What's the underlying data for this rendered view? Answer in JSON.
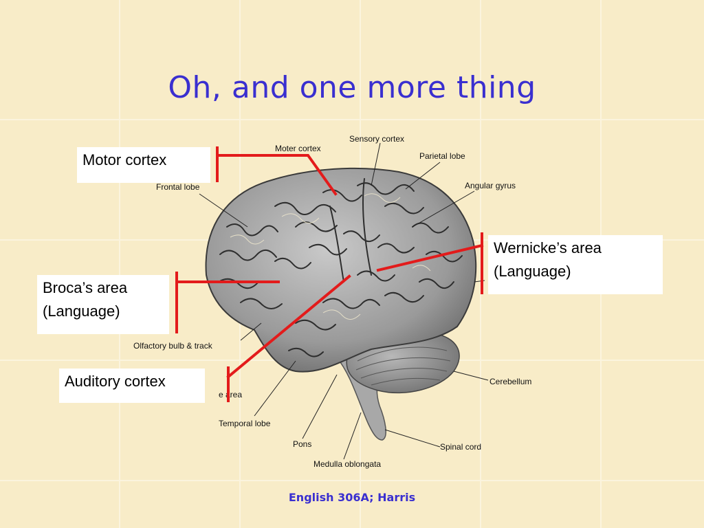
{
  "slide": {
    "title": "Oh, and one more thing",
    "footer": "English 306A; Harris"
  },
  "callouts": {
    "motor": "Motor cortex",
    "broca_line1": "Broca’s area",
    "broca_line2": "(Language)",
    "wernicke_line1": "Wernicke’s area",
    "wernicke_line2": "(Language)",
    "auditory": "Auditory cortex"
  },
  "diagram_labels": {
    "sensory_cortex": "Sensory cortex",
    "moter_cortex": "Moter cortex",
    "parietal_lobe": "Parietal lobe",
    "frontal_lobe": "Frontal lobe",
    "angular_gyrus": "Angular gyrus",
    "olfactory": "Olfactory bulb & track",
    "cerebellum": "Cerebellum",
    "temporal_lobe": "Temporal lobe",
    "pons": "Pons",
    "spinal_cord": "Spinal cord",
    "medulla": "Medulla oblongata",
    "partial_area": "e area"
  },
  "colors": {
    "background": "#f8ecc8",
    "title": "#3a2fd0",
    "leader_lines": "#e31b1b",
    "brain": "#8f8f8f"
  }
}
